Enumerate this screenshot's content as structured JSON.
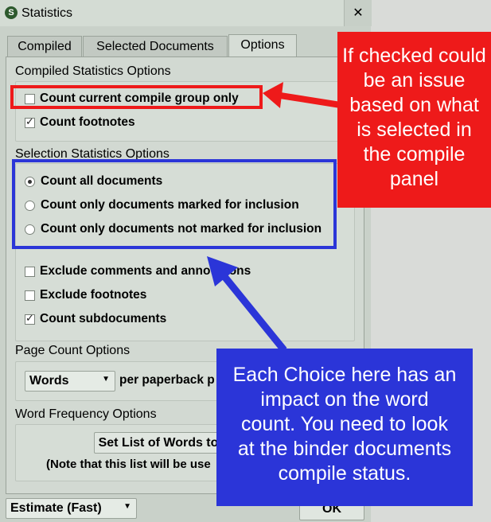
{
  "window": {
    "title": "Statistics",
    "close_glyph": "✕",
    "app_icon_letter": "S"
  },
  "tabs": [
    {
      "label": "Compiled",
      "active": false
    },
    {
      "label": "Selected Documents",
      "active": false
    },
    {
      "label": "Options",
      "active": true
    }
  ],
  "compiled_stats": {
    "heading": "Compiled Statistics Options",
    "options": [
      {
        "label": "Count current compile group only",
        "checked": false
      },
      {
        "label": "Count footnotes",
        "checked": true
      }
    ]
  },
  "selection_stats": {
    "heading": "Selection Statistics Options",
    "radios": [
      {
        "label": "Count all documents",
        "checked": true
      },
      {
        "label": "Count only documents marked for inclusion",
        "checked": false
      },
      {
        "label": "Count only documents not marked for inclusion",
        "checked": false
      }
    ],
    "checkboxes": [
      {
        "label": "Exclude comments and annotations",
        "checked": false
      },
      {
        "label": "Exclude footnotes",
        "checked": false
      },
      {
        "label": "Count subdocuments",
        "checked": true
      }
    ]
  },
  "page_count": {
    "heading": "Page Count Options",
    "unit_value": "Words",
    "suffix": "per paperback p"
  },
  "word_frequency": {
    "heading": "Word Frequency Options",
    "button_label": "Set List of Words to",
    "note": "(Note that this list will be use"
  },
  "footer": {
    "estimate_value": "Estimate (Fast)",
    "ok_label": "OK"
  },
  "callouts": {
    "red": "If checked could be an issue based on what is selected in the compile panel",
    "blue": "Each Choice here has an impact on the word count. You need to look at the binder documents compile status."
  },
  "colors": {
    "red": "#ee1a1a",
    "blue": "#2b35d8",
    "window_bg": "#c9d1c9"
  }
}
